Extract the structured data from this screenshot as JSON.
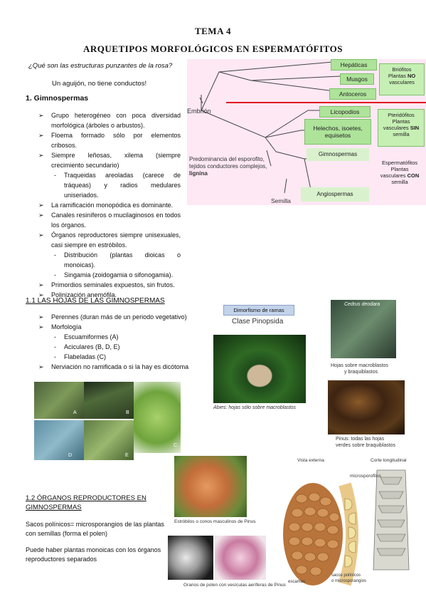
{
  "header": {
    "tema": "TEMA 4",
    "title": "ARQUETIPOS MORFOLÓGICOS EN ESPERMATÓFITOS"
  },
  "intro": {
    "question": "¿Qué son las estructuras punzantes de la rosa?",
    "answer": "Un aguijón, no tiene conductos!"
  },
  "section1": {
    "heading": "1. Gimnospermas",
    "items": [
      {
        "kind": "b",
        "text": "Grupo heterogéneo con poca diversidad morfológica (árboles o arbustos)."
      },
      {
        "kind": "b",
        "text": "Floema formado sólo por elementos cribosos."
      },
      {
        "kind": "b",
        "text": "Siempre leñosas, xilema (siempre crecimiento secundario)"
      },
      {
        "kind": "d",
        "text": "Traqueidas areoladas (carece de tráqueas) y radios medulares uniseriados."
      },
      {
        "kind": "b",
        "text": "La ramificación monopódica es dominante."
      },
      {
        "kind": "b",
        "text": "Canales resiníferos o mucilaginosos en todos los órganos."
      },
      {
        "kind": "b",
        "text": "Órganos reproductores siempre unisexuales, casi siempre en estróbilos."
      },
      {
        "kind": "d",
        "text": "Distribución (plantas dioicas o monoicas)."
      },
      {
        "kind": "d",
        "text": "Singamia (zoidogamia o sifonogamia)."
      },
      {
        "kind": "b",
        "text": "Primordios seminales expuestos, sin frutos."
      },
      {
        "kind": "b",
        "text": "Polinización anemófila."
      }
    ]
  },
  "section11": {
    "heading": "1.1 LAS HOJAS DE LAS GIMNOSPERMAS",
    "items": [
      {
        "kind": "b",
        "text": "Perennes (duran más de un periodo vegetativo)"
      },
      {
        "kind": "b",
        "text": "Morfología"
      },
      {
        "kind": "d",
        "text": "Escuamiformes (A)"
      },
      {
        "kind": "d",
        "text": "Aciculares (B, D, E)"
      },
      {
        "kind": "d",
        "text": "Flabeladas (C)"
      },
      {
        "kind": "b",
        "text": "Nerviación no ramificada o si la hay es dicótoma"
      }
    ]
  },
  "section12": {
    "heading_line1": "1.2 ÓRGANOS REPRODUCTORES EN",
    "heading_line2": "GIMNOSPERMAS",
    "p1": "Sacos polínicos= microsporangios de las plantas con semillas (forma el polen)",
    "p2": "Puede haber plantas monoicas con los órganos reproductores separados"
  },
  "tree": {
    "groups": [
      "Hepáticas",
      "Musgos",
      "Antoceros",
      "Licopodios",
      "Helechos, isoetes, equisetos",
      "Gimnospermas",
      "Angiospermas"
    ],
    "briofitos": [
      "Briófitos",
      "Plantas",
      "NO",
      "vasculares"
    ],
    "pteridofitos": [
      "Pteridófitos",
      "Plantas",
      "vasculares",
      "SIN",
      "semilla"
    ],
    "espermatofitos": [
      "Espermatófitos",
      "Plantas",
      "vasculares",
      "CON",
      "semilla"
    ],
    "embrion": "Embrión",
    "predominancia_line1": "Predominancia del esporofito,",
    "predominancia_line2": "tejidos conductores complejos,",
    "predominancia_line3": "lignina",
    "semilla": "Semilla"
  },
  "photos": {
    "dimorfismo": "Dimorfismo de ramas",
    "clase": "Clase Pinopsida",
    "abies": "Abies: hojas sólo sobre macroblastos",
    "cedrus": "Cedrus deodara",
    "cedrus_cap1": "Hojas sobre macroblastos",
    "cedrus_cap2": "y braquiblastos",
    "pinus_cap1": "Pinus: todas las hojas",
    "pinus_cap2": "verdes sobre braquiblastos",
    "letters": [
      "A",
      "B",
      "C",
      "D",
      "E"
    ],
    "estrobilos": "Estróbilos o conos masculinos de Pinus",
    "polen": "Granos de polen con vesículas aeríferas de Pinus",
    "vista_externa": "Vista externa",
    "corte": "Corte longitudinal",
    "microsporofilos": "microsporofilos",
    "sacos1": "sacos polínicos",
    "sacos2": "o microsporangios",
    "escamas": "escamas"
  }
}
